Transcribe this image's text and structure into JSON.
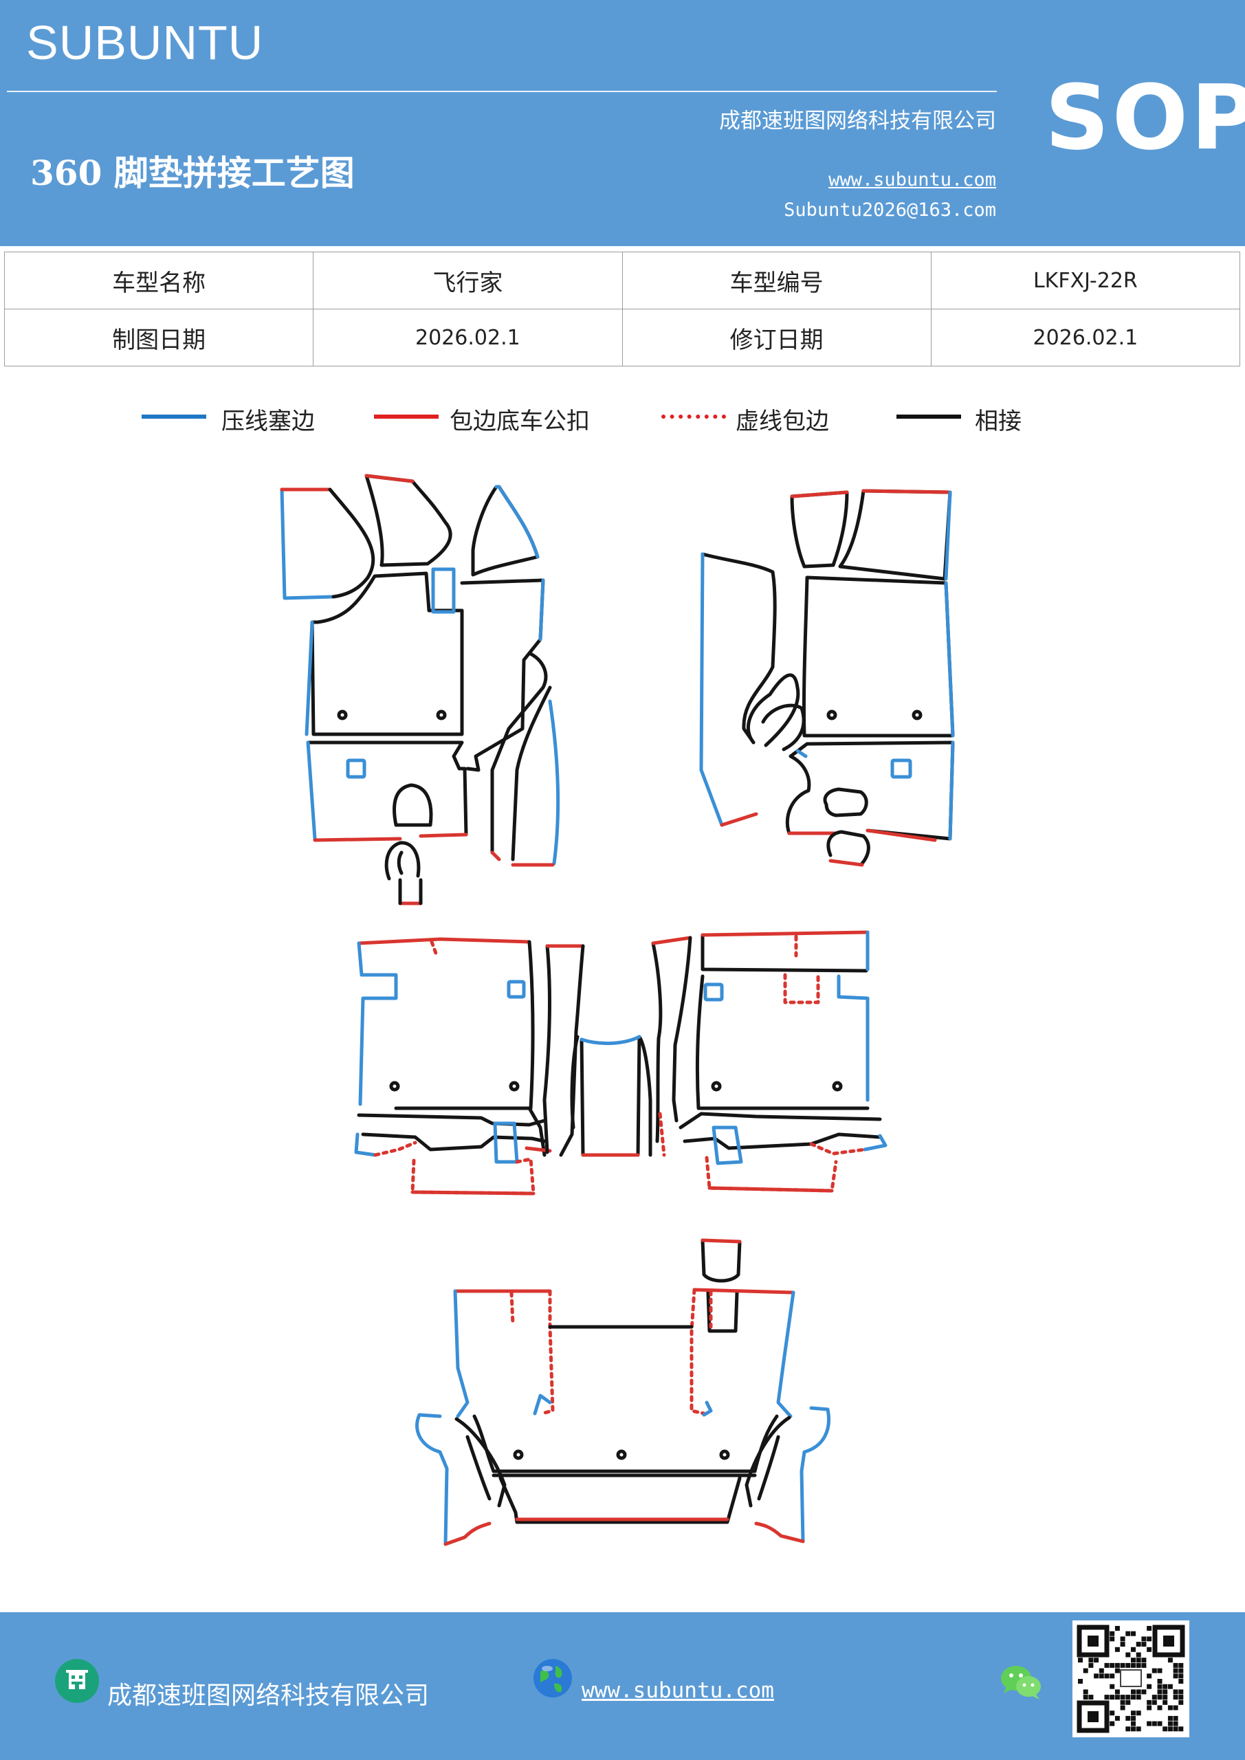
{
  "header": {
    "brand": "SUBUNTU",
    "company": "成都速班图网络科技有限公司",
    "title": "360 脚垫拼接工艺图",
    "website": "www.subuntu.com",
    "email": "Subuntu2026@163.com",
    "badge": "SOP",
    "color": "#5b9bd5"
  },
  "info_table": {
    "rows": [
      [
        "车型名称",
        "飞行家",
        "车型编号",
        "LKFXJ-22R"
      ],
      [
        "制图日期",
        "2026.02.1",
        "修订日期",
        "2026.02.1"
      ]
    ]
  },
  "legend": [
    {
      "label": "压线塞边",
      "color": "#1f77c4",
      "style": "solid"
    },
    {
      "label": "包边底车公扣",
      "color": "#e02020",
      "style": "solid"
    },
    {
      "label": "虚线包边",
      "color": "#e02020",
      "style": "dotted"
    },
    {
      "label": "相接",
      "color": "#111111",
      "style": "solid"
    }
  ],
  "stroke_colors": {
    "press": "#3a8fd6",
    "edge": "#d9352f",
    "joint": "#151515"
  },
  "footer": {
    "company": "成都速班图网络科技有限公司",
    "website": "www.subuntu.com",
    "icons": [
      "building-icon",
      "globe-icon",
      "wechat-icon",
      "qr-code"
    ]
  }
}
